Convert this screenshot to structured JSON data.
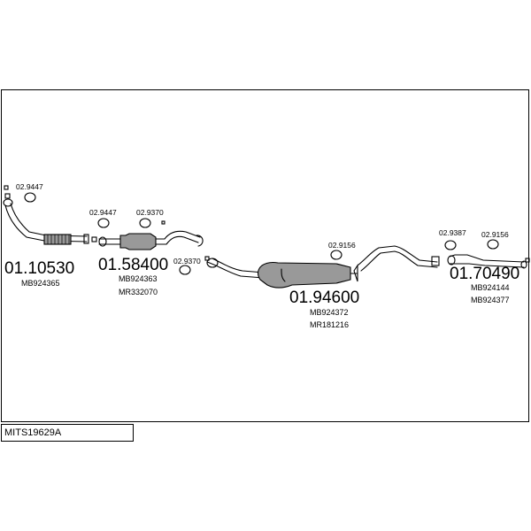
{
  "drawing_ref": "MITS19629A",
  "parts": [
    {
      "number": "01.10530",
      "oem": [
        "MB924365"
      ]
    },
    {
      "number": "01.58400",
      "oem": [
        "MB924363",
        "MR332070"
      ]
    },
    {
      "number": "01.94600",
      "oem": [
        "MB924372",
        "MR181216"
      ]
    },
    {
      "number": "01.70490",
      "oem": [
        "MB924144",
        "MB924377"
      ]
    }
  ],
  "fittings": [
    {
      "id": "g1",
      "number": "02.9447"
    },
    {
      "id": "g2",
      "number": "02.9447"
    },
    {
      "id": "g3",
      "number": "02.9370"
    },
    {
      "id": "g4",
      "number": "02.9370"
    },
    {
      "id": "g5",
      "number": "02.9156"
    },
    {
      "id": "g6",
      "number": "02.9387"
    },
    {
      "id": "g7",
      "number": "02.9156"
    }
  ],
  "colors": {
    "line": "#000000",
    "fill": "#999999",
    "background": "#ffffff"
  }
}
